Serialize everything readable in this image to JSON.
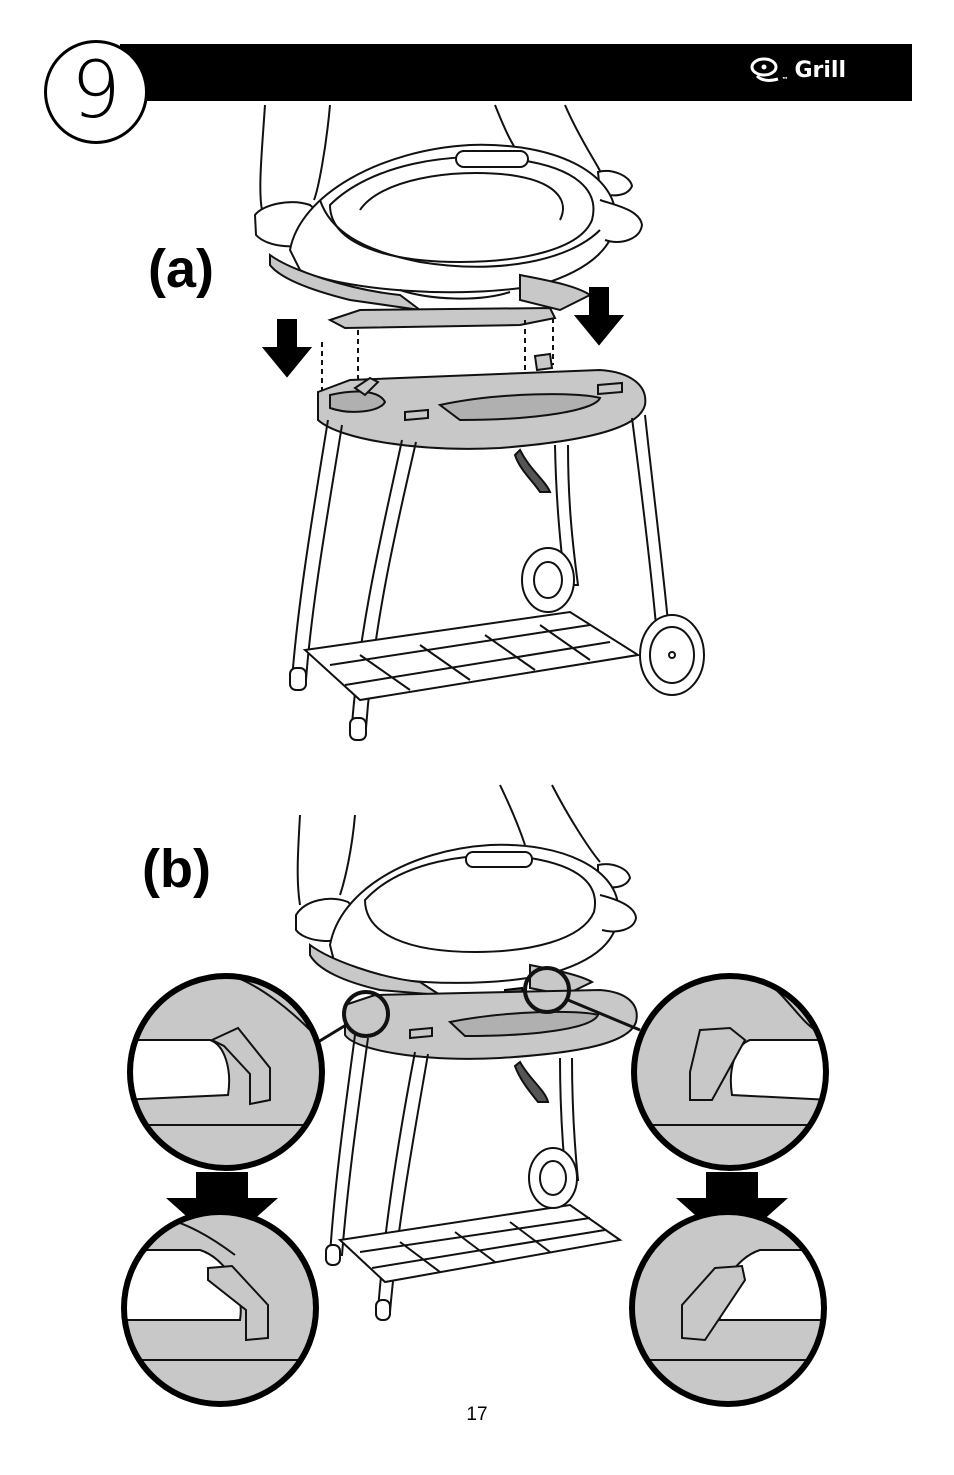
{
  "step": {
    "number": "9"
  },
  "brand": {
    "text": "Grill",
    "tm": "™"
  },
  "panels": [
    {
      "label": "(a)"
    },
    {
      "label": "(b)"
    }
  ],
  "footer": {
    "page_number": "17"
  },
  "colors": {
    "header": "#000000",
    "part_fill": "#c8c8c8",
    "line": "#111111"
  }
}
